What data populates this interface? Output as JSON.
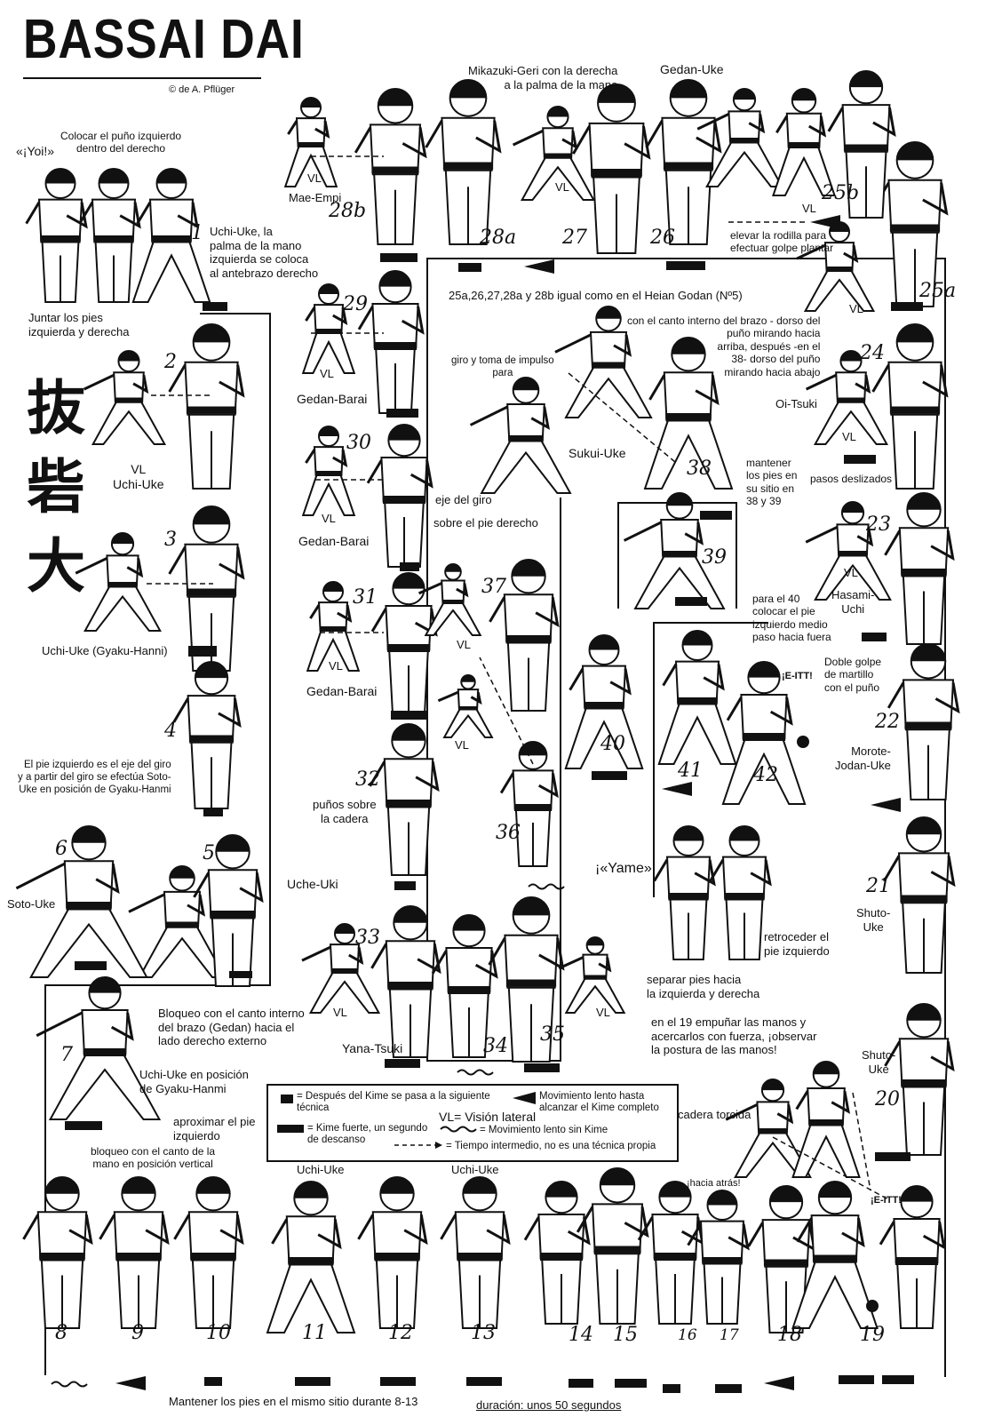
{
  "header": {
    "title": "BASSAI DAI",
    "copyright": "© de A. Pflüger",
    "kanji": "抜\n砦\n大"
  },
  "labels": {
    "yoi": "«¡Yoi!»",
    "colocar_puno": "Colocar el puño izquierdo\ndentro del derecho",
    "uchi_uke_palma": "Uchi-Uke, la\npalma de la mano\nizquierda se coloca\nal antebrazo derecho",
    "juntar_pies": "Juntar los pies\nizquierda y derecha",
    "vl_uchi_uke": "VL\nUchi-Uke",
    "uchi_uke_gyaku": "Uchi-Uke (Gyaku-Hanni)",
    "pie_izquierdo_eje": "El pie izquierdo es el eje del giro\ny a partir del giro se efectúa Soto-\nUke en posición de Gyaku-Hanmi",
    "soto_uke": "Soto-Uke",
    "uche_uki": "Uche-Uki",
    "bloqueo_canto": "Bloqueo con el canto interno\ndel brazo (Gedan) hacia el\nlado derecho externo",
    "uchi_uke_posicion": "Uchi-Uke en posición\nde Gyaku-Hanmi",
    "aproximar_pie": "aproximar el pie\nizquierdo",
    "bloqueo_mano": "bloqueo con el canto de la\nmano en posición vertical",
    "mae_empi": "Mae-Empi",
    "vl": "VL",
    "mikazuki": "Mikazuki-Geri con la derecha\na la palma de la mano",
    "gedan_uke": "Gedan-Uke",
    "elevar_rodilla": "elevar la rodilla para\nefectuar golpe plantar",
    "igual_heian": "25a,26,27,28a y 28b igual como en el Heian Godan (Nº5)",
    "gedan_barai": "Gedan-Barai",
    "giro_impulso": "giro y toma de impulso\npara",
    "canto_interno": "con el canto interno del brazo - dorso del\npuño mirando hacia\narriba, después -en el\n38- dorso del puño\nmirando hacia abajo",
    "sukui_uke": "Sukui-Uke",
    "oi_tsuki": "Oi-Tsuki",
    "mantener_pies": "mantener\nlos pies en\nsu sitio en\n38 y 39",
    "pasos_deslizados": "pasos deslizados",
    "eje_giro": "eje del giro",
    "sobre_pie": "sobre el pie derecho",
    "hasami_uchi": "Hasami-\nUchi",
    "para_40": "para el 40\ncolocar el pie\nizquierdo medio\npaso hacia fuera",
    "doble_golpe": "Doble golpe\nde martillo\ncon el puño",
    "e_itt": "¡E-ITT!",
    "morote": "Morote-\nJodan-Uke",
    "punos_cadera": "puños sobre\nla cadera",
    "yame": "¡«Yame»!",
    "retroceder": "retroceder el\npie izquierdo",
    "separar_pies": "separar pies hacia\nla izquierda y derecha",
    "en_19": "en el 19 empuñar las manos y\nacercarlos con fuerza, ¡observar\nla postura de las manos!",
    "shuto_uke": "Shuto-\nUke",
    "yana_tsuki": "Yana-Tsuki",
    "cadera_torcida": "cadera torcida",
    "uchi_uke": "Uchi-Uke",
    "hacia_atras": "¡hacia atrás!"
  },
  "numbers": [
    "1",
    "2",
    "3",
    "4",
    "5",
    "6",
    "7",
    "8",
    "9",
    "10",
    "11",
    "12",
    "13",
    "14",
    "15",
    "16",
    "17",
    "18",
    "19",
    "20",
    "21",
    "22",
    "23",
    "24",
    "25a",
    "25b",
    "26",
    "27",
    "28a",
    "28b",
    "29",
    "30",
    "31",
    "32",
    "33",
    "34",
    "35",
    "36",
    "37",
    "38",
    "39",
    "40",
    "41",
    "42"
  ],
  "legend": {
    "item1": "= Después del Kime se pasa a la siguiente\n   técnica",
    "item2": "Movimiento lento hasta\nalcanzar el Kime completo",
    "item3": "VL= Visión lateral",
    "item4": "= Kime fuerte, un segundo\n   de descanso",
    "item5": "= Movimiento lento sin Kime",
    "item6": "= Tiempo intermedio, no es una técnica propia"
  },
  "footer": {
    "mantener": "Mantener los pies en el mismo sitio durante 8-13",
    "duracion": "duración: unos 50 segundos"
  }
}
